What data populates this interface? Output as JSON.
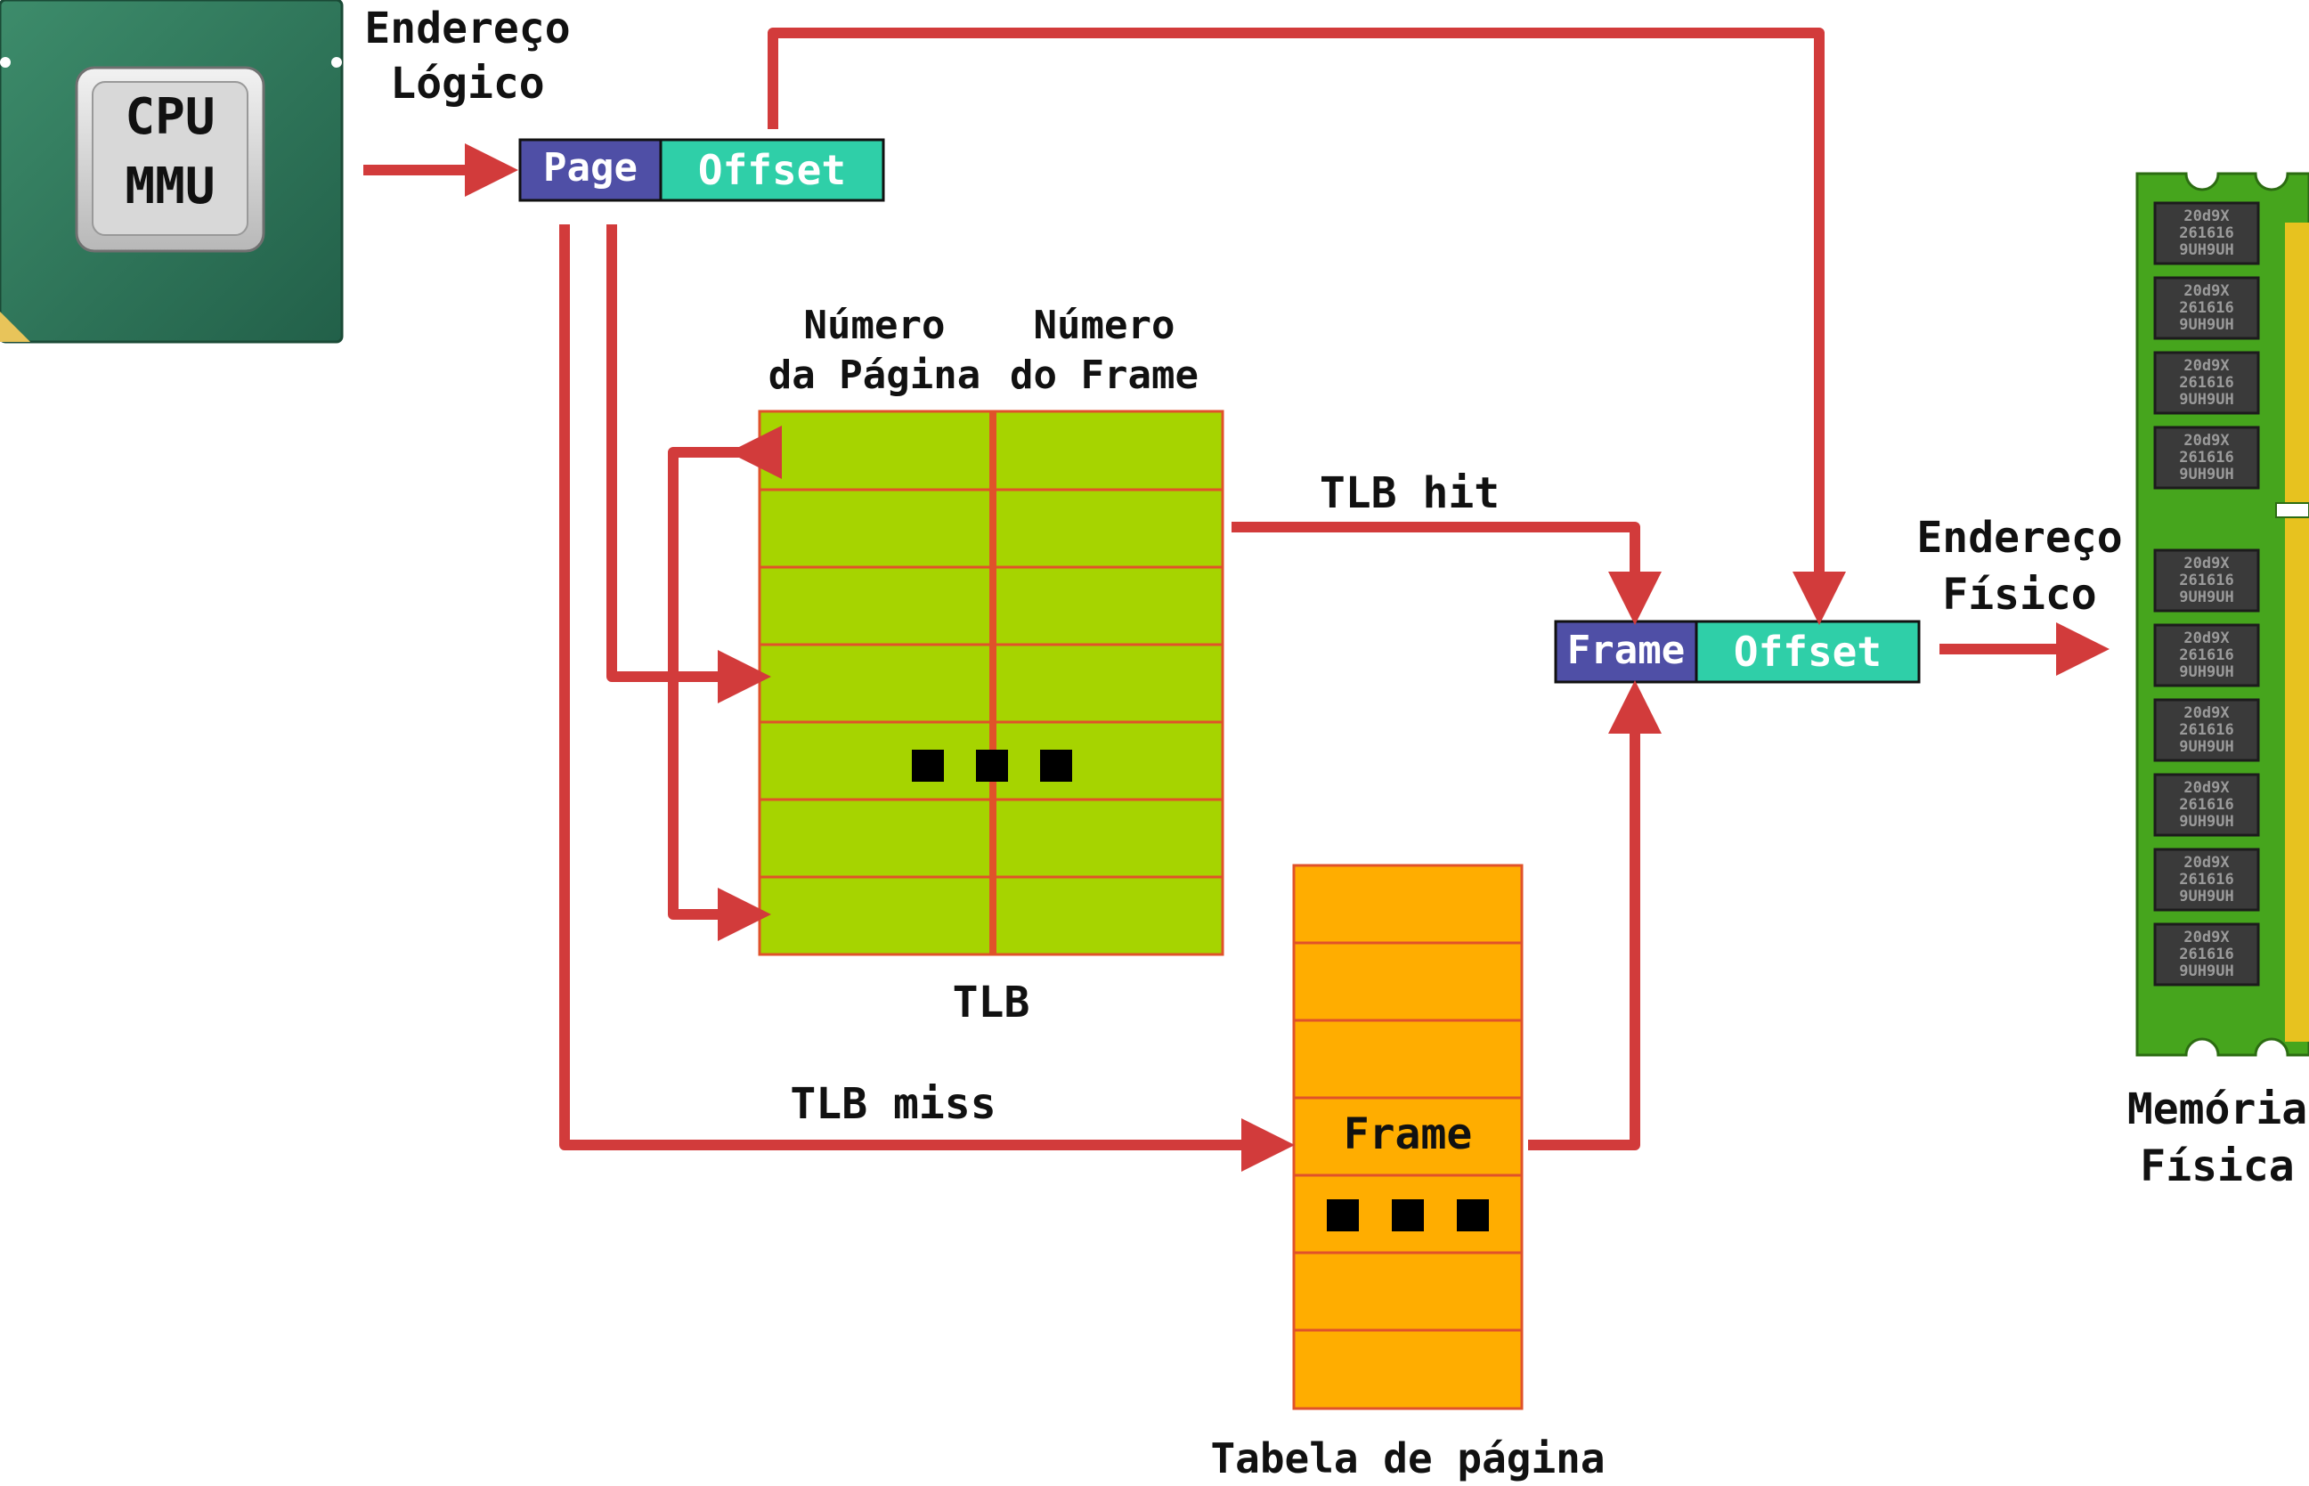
{
  "cpu": {
    "line1": "CPU",
    "line2": "MMU"
  },
  "logical_address": {
    "label_line1": "Endereço",
    "label_line2": "Lógico",
    "page": "Page",
    "offset": "Offset"
  },
  "tlb": {
    "col1_line1": "Número",
    "col1_line2": "da Página",
    "col2_line1": "Número",
    "col2_line2": "do Frame",
    "caption": "TLB",
    "hit": "TLB hit",
    "miss": "TLB miss"
  },
  "page_table": {
    "frame_label": "Frame",
    "caption": "Tabela de página"
  },
  "physical_address": {
    "label_line1": "Endereço",
    "label_line2": "Físico",
    "frame": "Frame",
    "offset": "Offset"
  },
  "memory": {
    "label_line1": "Memória",
    "label_line2": "Física",
    "chip_text": [
      "20d9X",
      "261616",
      "9UH9UH"
    ]
  },
  "colors": {
    "arrow": "#d23b3b",
    "page_field": "#4f4fa6",
    "offset_field": "#2fcfa8",
    "tlb_fill": "#a6d400",
    "tlb_line": "#e0522a",
    "table_fill": "#ffad00",
    "cpu_green": "#2f7a5a",
    "ram_green": "#46a51d"
  }
}
